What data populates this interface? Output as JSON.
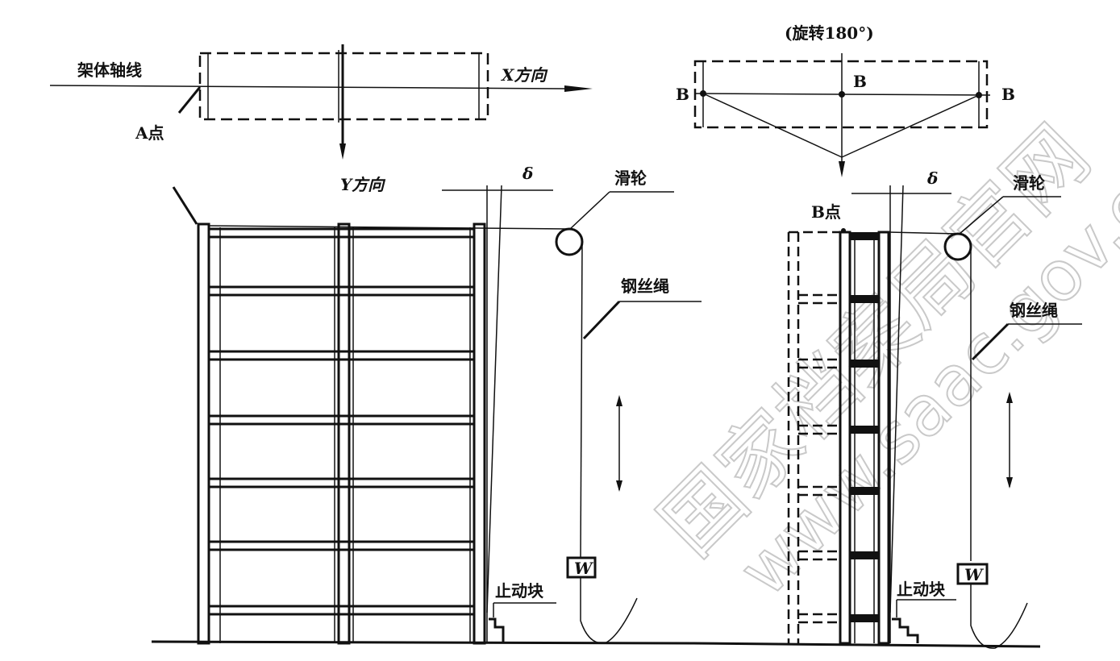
{
  "labels": {
    "frame_axis": "架体轴线",
    "x_direction": "X方向",
    "point_a": "A点",
    "y_direction": "Y方向",
    "rotate": "(旋转180°)",
    "b_left": "B",
    "b_center": "B",
    "b_right": "B",
    "point_b": "B点",
    "delta_left": "δ",
    "delta_right": "δ",
    "pulley_left": "滑轮",
    "pulley_right": "滑轮",
    "wire_rope_left": "钢丝绳",
    "wire_rope_right": "钢丝绳",
    "weight_left": "W",
    "weight_right": "W",
    "stop_block_left": "止动块",
    "stop_block_right": "止动块"
  },
  "watermark": {
    "line1": "国家档案局官网",
    "line2": "www.saac.gov.cn"
  }
}
